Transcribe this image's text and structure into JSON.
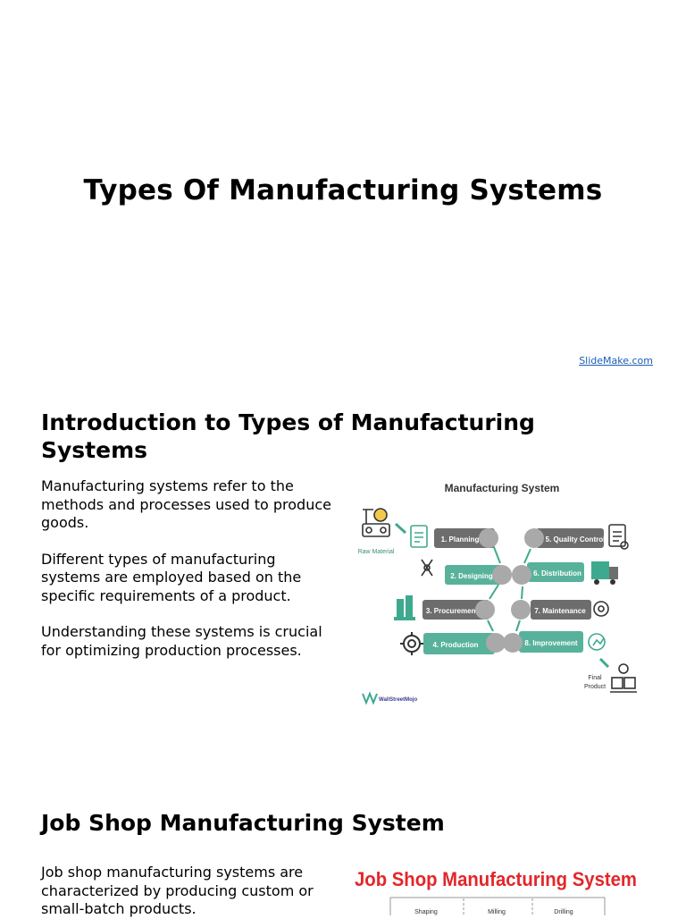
{
  "slide1": {
    "title": "Types Of Manufacturing Systems",
    "credit": "SlideMake.com"
  },
  "slide2": {
    "heading": "Introduction to Types of Manufacturing Systems",
    "paragraphs": [
      "Manufacturing systems refer to the methods and processes used to produce goods.",
      "Different types of manufacturing systems are employed based on the specific requirements of a product.",
      "Understanding these systems is crucial for optimizing production processes."
    ],
    "figure": {
      "title": "Manufacturing System",
      "raw_material": "Raw Material",
      "final_product": "Final Product",
      "steps": [
        "1. Planning",
        "2. Designing",
        "3. Procurement",
        "4. Production",
        "5. Quality Control",
        "6. Distribution",
        "7. Maintenance",
        "8. Improvement"
      ],
      "brand": "WallStreetMojo",
      "colors": {
        "grey_step": "#6d6d6d",
        "teal_step": "#58b29b",
        "title_text": "#333333"
      }
    }
  },
  "slide3": {
    "heading": "Job Shop Manufacturing System",
    "paragraph": "Job shop manufacturing systems are characterized by producing custom or small-batch products.",
    "figure": {
      "title": "Job Shop Manufacturing System",
      "columns": [
        "Shaping",
        "Milling",
        "Drilling"
      ],
      "title_color": "#e3262a"
    }
  }
}
